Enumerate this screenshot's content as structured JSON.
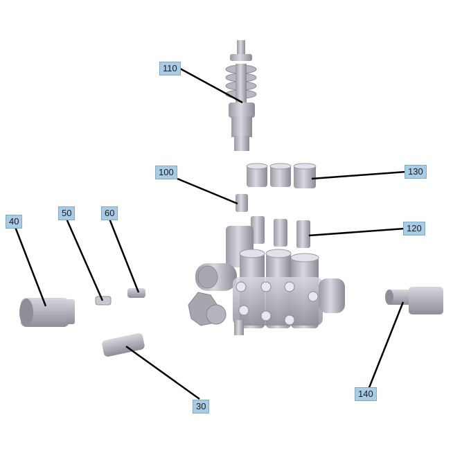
{
  "callouts": {
    "c110": "110",
    "c100": "100",
    "c130": "130",
    "c120": "120",
    "c40": "40",
    "c50": "50",
    "c60": "60",
    "c30": "30",
    "c140": "140"
  },
  "colors": {
    "label_bg": "#a9cbe4",
    "part_fill": "#c8c8d0",
    "part_shade": "#8e8e98",
    "leader": "#000000"
  }
}
